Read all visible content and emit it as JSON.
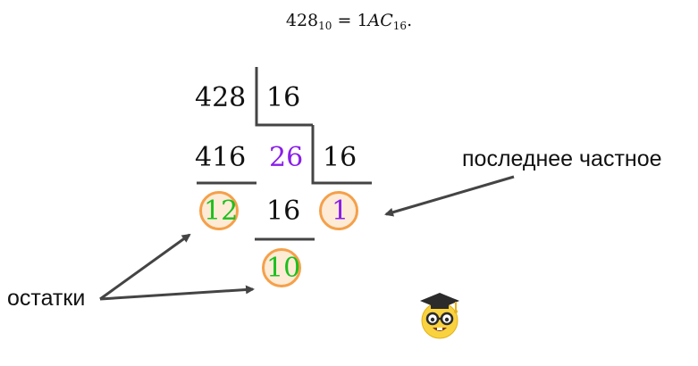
{
  "formula": {
    "lhs": "428",
    "lhs_base": "10",
    "equals": "=",
    "rhs_prefix": "1",
    "rhs_italic": "AC",
    "rhs_base": "16",
    "end": "."
  },
  "division": {
    "dividend": "428",
    "divisor_1": "16",
    "subtrahend_1": "416",
    "quotient_1": "26",
    "divisor_2": "16",
    "remainder_1": "12",
    "subtrahend_2": "16",
    "last_quotient": "1",
    "remainder_2": "10"
  },
  "labels": {
    "last_quotient": "последнее частное",
    "remainders": "остатки"
  },
  "colors": {
    "remainder": "#1fbf1f",
    "quotient": "#8a1fe8",
    "highlight_stroke": "#f5a04a",
    "highlight_fill": "#fdebd6",
    "lines": "#444444"
  },
  "icon": "nerd-graduate-emoji-icon"
}
